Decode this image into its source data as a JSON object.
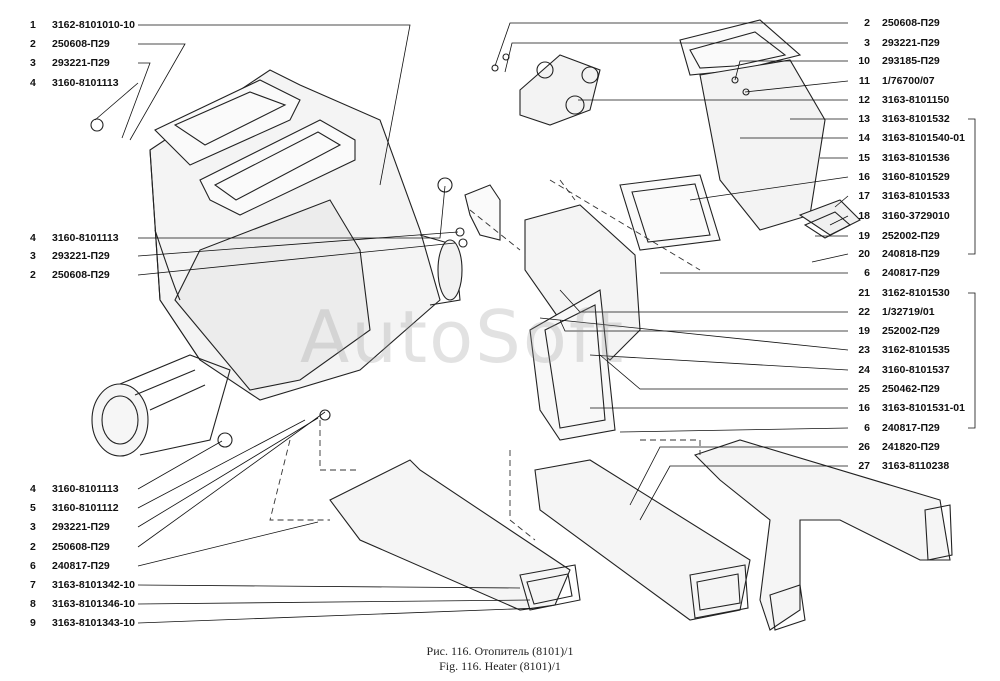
{
  "figure": {
    "caption_ru": "Рис. 116. Отопитель (8101)/1",
    "caption_en": "Fig. 116. Heater (8101)/1",
    "watermark": "AutoSoft"
  },
  "left_labels": [
    {
      "num": "1",
      "part": "3162-8101010-10"
    },
    {
      "num": "2",
      "part": "250608-П29"
    },
    {
      "num": "3",
      "part": "293221-П29"
    },
    {
      "num": "4",
      "part": "3160-8101113"
    },
    {
      "num": "4",
      "part": "3160-8101113"
    },
    {
      "num": "3",
      "part": "293221-П29"
    },
    {
      "num": "2",
      "part": "250608-П29"
    },
    {
      "num": "4",
      "part": "3160-8101113"
    },
    {
      "num": "5",
      "part": "3160-8101112"
    },
    {
      "num": "3",
      "part": "293221-П29"
    },
    {
      "num": "2",
      "part": "250608-П29"
    },
    {
      "num": "6",
      "part": "240817-П29"
    },
    {
      "num": "7",
      "part": "3163-8101342-10"
    },
    {
      "num": "8",
      "part": "3163-8101346-10"
    },
    {
      "num": "9",
      "part": "3163-8101343-10"
    }
  ],
  "right_labels": [
    {
      "num": "2",
      "part": "250608-П29"
    },
    {
      "num": "3",
      "part": "293221-П29"
    },
    {
      "num": "10",
      "part": "293185-П29"
    },
    {
      "num": "11",
      "part": "1/76700/07"
    },
    {
      "num": "12",
      "part": "3163-8101150"
    },
    {
      "num": "13",
      "part": "3163-8101532"
    },
    {
      "num": "14",
      "part": "3163-8101540-01"
    },
    {
      "num": "15",
      "part": "3163-8101536"
    },
    {
      "num": "16",
      "part": "3160-8101529"
    },
    {
      "num": "17",
      "part": "3163-8101533"
    },
    {
      "num": "18",
      "part": "3160-3729010"
    },
    {
      "num": "19",
      "part": "252002-П29"
    },
    {
      "num": "20",
      "part": "240818-П29"
    },
    {
      "num": "6",
      "part": "240817-П29"
    },
    {
      "num": "21",
      "part": "3162-8101530"
    },
    {
      "num": "22",
      "part": "1/32719/01"
    },
    {
      "num": "19",
      "part": "252002-П29"
    },
    {
      "num": "23",
      "part": "3162-8101535"
    },
    {
      "num": "24",
      "part": "3160-8101537"
    },
    {
      "num": "25",
      "part": "250462-П29"
    },
    {
      "num": "16",
      "part": "3163-8101531-01"
    },
    {
      "num": "6",
      "part": "240817-П29"
    },
    {
      "num": "26",
      "part": "241820-П29"
    },
    {
      "num": "27",
      "part": "3163-8110238"
    }
  ]
}
